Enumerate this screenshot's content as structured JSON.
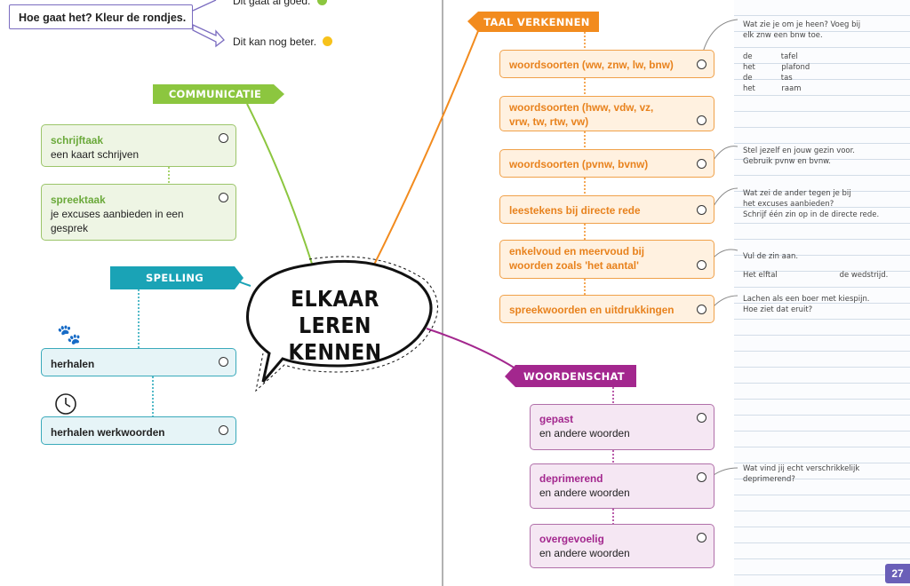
{
  "header": {
    "instruction": "Hoe gaat het? Kleur de rondjes.",
    "legend_good": "Dit gaat al goed.",
    "legend_better": "Dit kan nog beter.",
    "color_good": "#8cc63f",
    "color_better": "#f7c21b"
  },
  "center": {
    "line1": "ELKAAR LEREN",
    "line2": "KENNEN"
  },
  "communicatie": {
    "label": "COMMUNICATIE",
    "items": [
      {
        "title": "schrijftaak",
        "text": "een kaart schrijven"
      },
      {
        "title": "spreektaak",
        "text": "je excuses aanbieden in een gesprek"
      }
    ]
  },
  "spelling": {
    "label": "SPELLING",
    "items": [
      {
        "title": "herhalen",
        "icon": "paw-icon"
      },
      {
        "title": "herhalen werkwoorden",
        "icon": "clock-icon"
      }
    ]
  },
  "taal": {
    "label": "TAAL VERKENNEN",
    "items": [
      "woordsoorten (ww, znw, lw, bnw)",
      "woordsoorten (hww, vdw, vz, vrw, tw, rtw, vw)",
      "woordsoorten (pvnw, bvnw)",
      "leestekens bij directe rede",
      "enkelvoud en meervoud bij woorden zoals 'het aantal'",
      "spreekwoorden en uitdrukkingen"
    ]
  },
  "woordenschat": {
    "label": "WOORDENSCHAT",
    "items": [
      {
        "title": "gepast",
        "text": "en andere woorden"
      },
      {
        "title": "deprimerend",
        "text": "en andere woorden"
      },
      {
        "title": "overgevoelig",
        "text": "en andere woorden"
      }
    ]
  },
  "notes": {
    "n1": "Wat zie je om je heen? Voeg bij\nelk znw een bnw toe.",
    "n1_table": "de            tafel\nhet           plafond\nde            tas\nhet           raam",
    "n2": "Stel jezelf en jouw gezin voor.\nGebruik pvnw en bvnw.",
    "n3": "Wat zei de ander tegen je bij\nhet excuses aanbieden?\nSchrijf één zin op in de directe rede.",
    "n4": "Vul de zin aan.",
    "n4_sentence": "Het elftal                          de wedstrijd.",
    "n5": "Lachen als een boer met kiespijn.\nHoe ziet dat eruit?",
    "n6": "Wat vind jij echt verschrikkelijk\ndeprimerend?"
  },
  "page_number": "27"
}
